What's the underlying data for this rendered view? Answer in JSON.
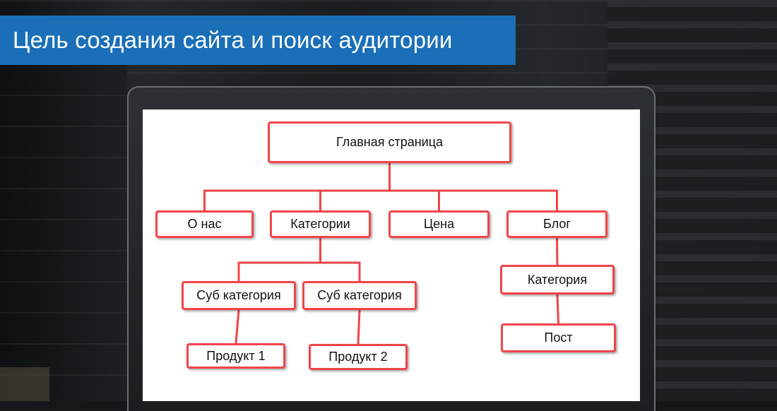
{
  "banner": {
    "title": "Цель создания сайта и поиск аудитории"
  },
  "diagram": {
    "line_color": "#f2444a",
    "nodes": {
      "root": "Главная страница",
      "about": "О нас",
      "categories": "Категории",
      "price": "Цена",
      "blog": "Блог",
      "sub_category_1": "Суб категория",
      "sub_category_2": "Суб категория",
      "product_1": "Продукт 1",
      "product_2": "Продукт 2",
      "blog_category": "Категория",
      "post": "Пост"
    },
    "edges": [
      [
        "root",
        "about"
      ],
      [
        "root",
        "categories"
      ],
      [
        "root",
        "price"
      ],
      [
        "root",
        "blog"
      ],
      [
        "categories",
        "sub_category_1"
      ],
      [
        "categories",
        "sub_category_2"
      ],
      [
        "sub_category_1",
        "product_1"
      ],
      [
        "sub_category_2",
        "product_2"
      ],
      [
        "blog",
        "blog_category"
      ],
      [
        "blog_category",
        "post"
      ]
    ]
  }
}
